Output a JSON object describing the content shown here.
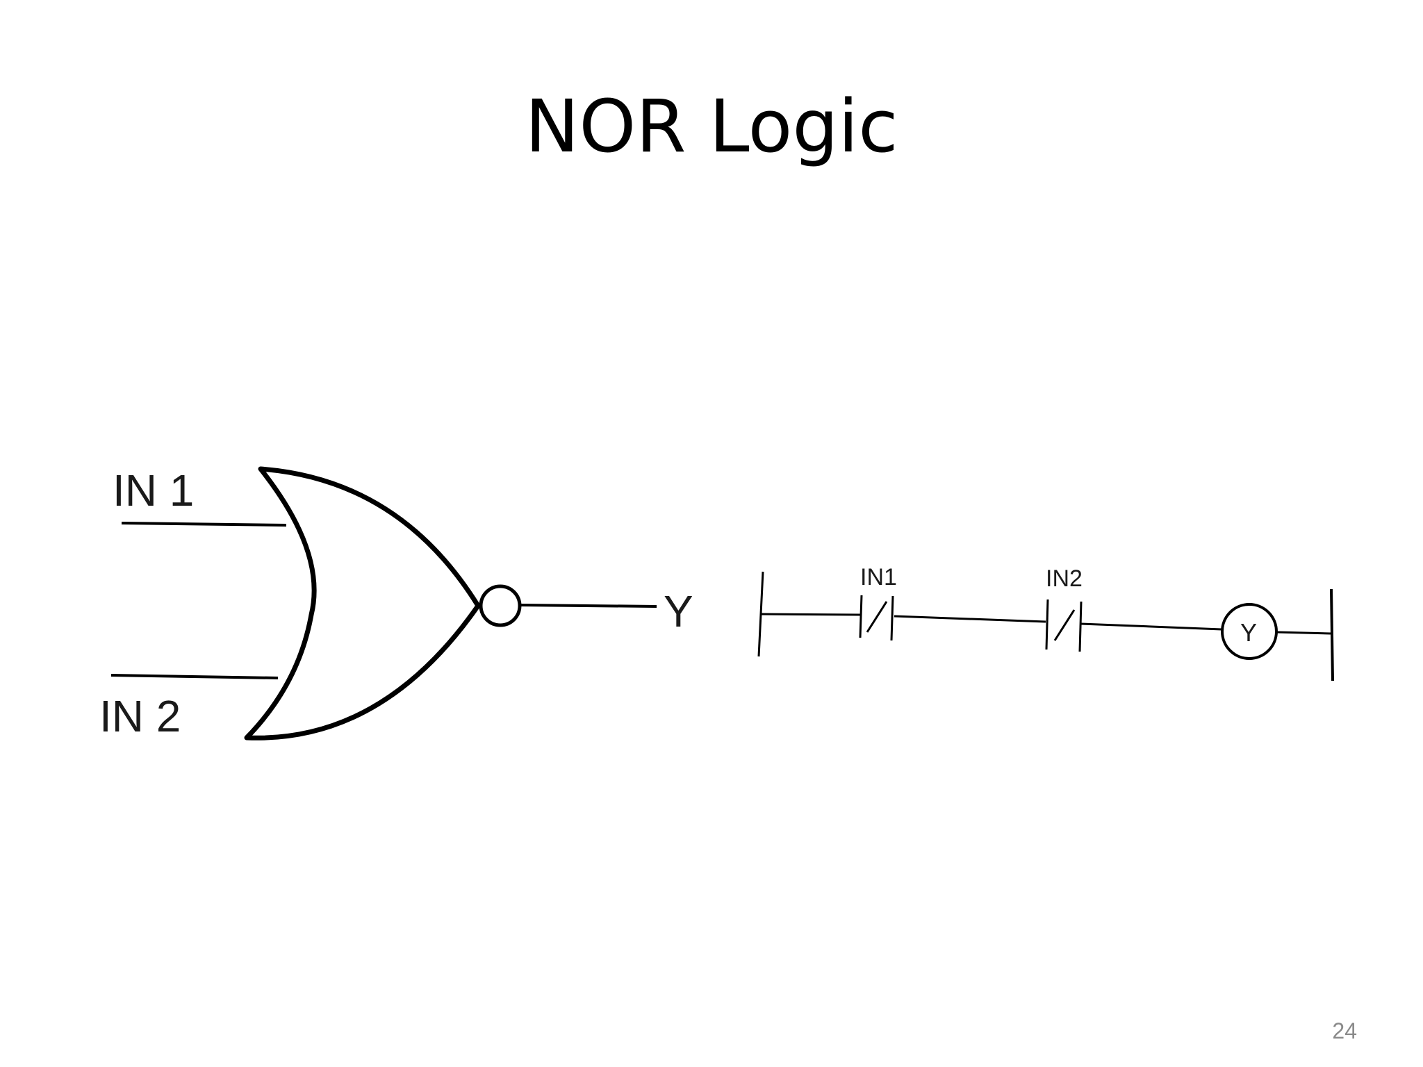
{
  "slide": {
    "title": "NOR Logic",
    "page_number": "24"
  },
  "gate_diagram": {
    "input1_label": "IN 1",
    "input2_label": "IN 2",
    "output_label": "Y"
  },
  "ladder_diagram": {
    "contact1_label": "IN1",
    "contact2_label": "IN2",
    "coil_label": "Y"
  }
}
